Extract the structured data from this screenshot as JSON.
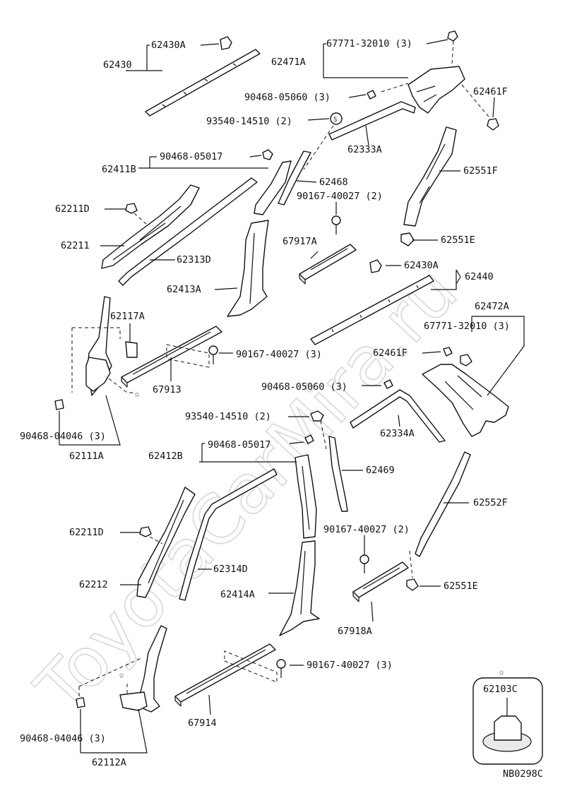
{
  "watermark": "ToyotaCarMira.ru",
  "diagram_code": "NB0298C",
  "labels": {
    "l62430": "62430",
    "l62430A_top": "62430A",
    "l67771_top": "67771-32010 (3)",
    "l62471A": "62471A",
    "l90468_05060_top": "90468-05060 (3)",
    "l62461F_top": "62461F",
    "l93540_top": "93540-14510 (2)",
    "l62333A": "62333A",
    "l62411B": "62411B",
    "l90468_05017_top": "90468-05017",
    "l62468": "62468",
    "l90167_2_top": "90167-40027 (2)",
    "l62551F": "62551F",
    "l62211D_top": "62211D",
    "l62211": "62211",
    "l62313D": "62313D",
    "l62551E_top": "62551E",
    "l67917A": "67917A",
    "l62430A_mid": "62430A",
    "l62440": "62440",
    "l62413A": "62413A",
    "l62117A": "62117A",
    "l62472A": "62472A",
    "l67771_mid": "67771-32010 (3)",
    "l62461F_mid": "62461F",
    "l90167_3_mid": "90167-40027 (3)",
    "l67913": "67913",
    "l90468_05060_mid": "90468-05060 (3)",
    "l93540_mid": "93540-14510 (2)",
    "l62334A": "62334A",
    "l90468_04046_top": "90468-04046 (3)",
    "l62111A": "62111A",
    "l62412B": "62412B",
    "l90468_05017_mid": "90468-05017",
    "l62469": "62469",
    "l62552F": "62552F",
    "l62211D_bot": "62211D",
    "l90167_2_bot": "90167-40027 (2)",
    "l62314D": "62314D",
    "l62212": "62212",
    "l62551E_bot": "62551E",
    "l62414A": "62414A",
    "l67918A": "67918A",
    "l90167_3_bot": "90167-40027 (3)",
    "l62103C": "62103C",
    "l67914": "67914",
    "l90468_04046_bot": "90468-04046 (3)",
    "l62112A": "62112A",
    "star": "☆"
  }
}
